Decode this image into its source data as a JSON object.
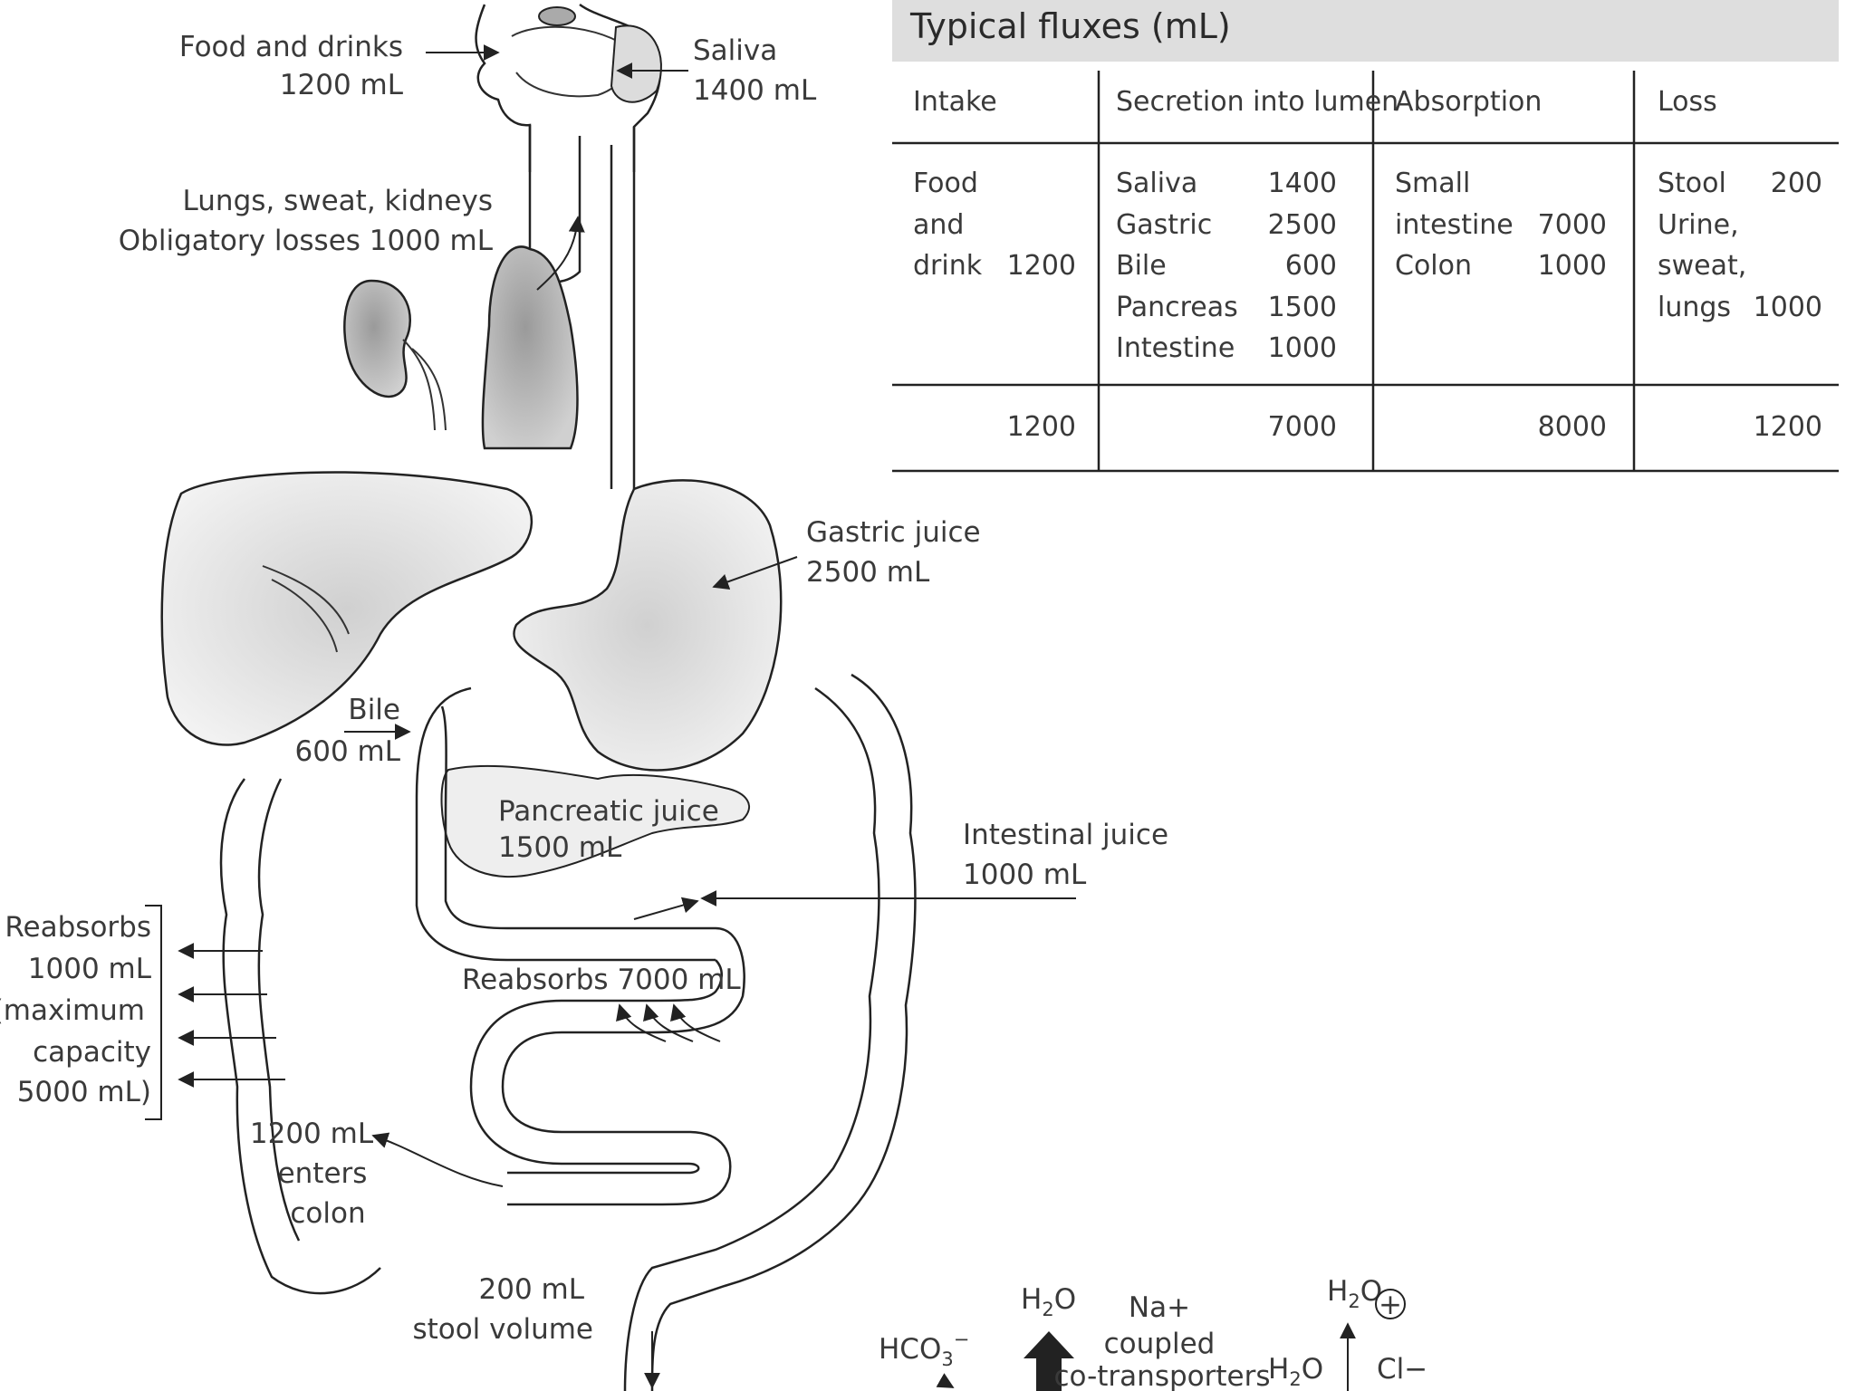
{
  "labels": {
    "food_line1": "Food and drinks",
    "food_line2": "1200 mL",
    "saliva_line1": "Saliva",
    "saliva_line2": "1400 mL",
    "lungs_line1": "Lungs, sweat, kidneys",
    "lungs_line2": "Obligatory losses 1000 mL",
    "gastric_line1": "Gastric juice",
    "gastric_line2": "2500 mL",
    "bile_line1": "Bile",
    "bile_line2": "600 mL",
    "pancreatic_line1": "Pancreatic juice",
    "pancreatic_line2": "1500 mL",
    "intestinal_line1": "Intestinal juice",
    "intestinal_line2": "1000 mL",
    "reabsorbs_small": "Reabsorbs 7000 mL",
    "colon_reabsorbs": [
      "Reabsorbs",
      "1000 mL",
      "(maximum",
      "capacity",
      "5000 mL)"
    ],
    "enters_colon": [
      "1200 mL",
      "enters",
      "colon"
    ],
    "stool_line1": "200 mL",
    "stool_line2": "stool volume"
  },
  "bottom": {
    "hco3": "HCO",
    "hco3_sub": "3",
    "hco3_sup": "−",
    "h2o_a": "H",
    "h2o_a_sub": "2",
    "h2o_a_end": "O",
    "na_coupled": [
      "Na+",
      "coupled",
      "co-transporters"
    ],
    "h2o_b": "H",
    "h2o_b_sub": "2",
    "h2o_b_end": "O",
    "h2o_c": "H",
    "h2o_c_sub": "2",
    "h2o_c_end": "O",
    "plus": "+",
    "cl": "Cl−"
  },
  "table": {
    "title": "Typical fluxes (mL)",
    "headers": [
      "Intake",
      "Secretion into lumen",
      "Absorption",
      "Loss"
    ],
    "intake": {
      "lines": [
        "Food",
        "and",
        "drink"
      ],
      "value": "1200"
    },
    "secretion": [
      {
        "name": "Saliva",
        "value": "1400"
      },
      {
        "name": "Gastric",
        "value": "2500"
      },
      {
        "name": "Bile",
        "value": "600"
      },
      {
        "name": "Pancreas",
        "value": "1500"
      },
      {
        "name": "Intestine",
        "value": "1000"
      }
    ],
    "absorption": [
      {
        "name": "Small",
        "value": ""
      },
      {
        "name": "intestine",
        "value": "7000"
      },
      {
        "name": "Colon",
        "value": "1000"
      }
    ],
    "loss": [
      {
        "name": "Stool",
        "value": "200"
      },
      {
        "name": "Urine,",
        "value": ""
      },
      {
        "name": "sweat,",
        "value": ""
      },
      {
        "name": "lungs",
        "value": "1000"
      }
    ],
    "totals": [
      "1200",
      "7000",
      "8000",
      "1200"
    ]
  }
}
